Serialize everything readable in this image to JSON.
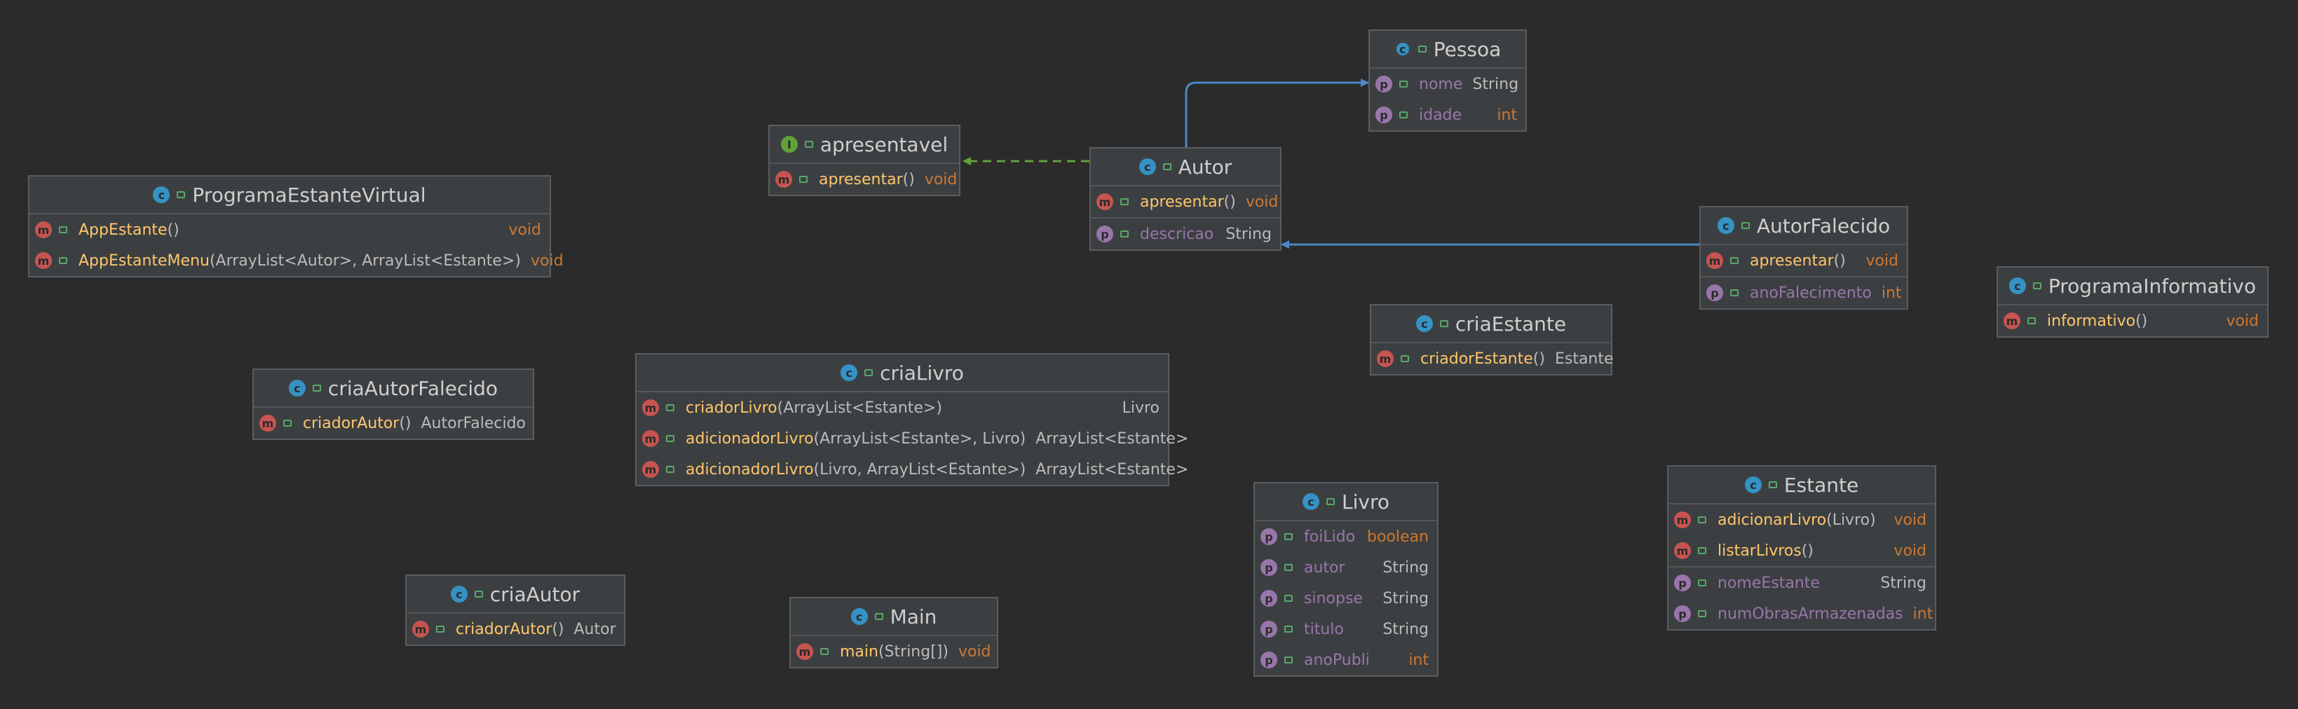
{
  "nodes": {
    "pessoa": {
      "title": "Pessoa",
      "kind": "abstract-class",
      "fields": [
        {
          "name": "nome",
          "type": "String"
        },
        {
          "name": "idade",
          "type": "int"
        }
      ]
    },
    "apresentavel": {
      "title": "apresentavel",
      "kind": "interface",
      "methods": [
        {
          "name": "apresentar",
          "params": "()",
          "type": "void"
        }
      ]
    },
    "autor": {
      "title": "Autor",
      "kind": "class",
      "methods": [
        {
          "name": "apresentar",
          "params": "()",
          "type": "void"
        }
      ],
      "fields": [
        {
          "name": "descricao",
          "type": "String"
        }
      ]
    },
    "autorFalecido": {
      "title": "AutorFalecido",
      "kind": "class",
      "methods": [
        {
          "name": "apresentar",
          "params": "()",
          "type": "void"
        }
      ],
      "fields": [
        {
          "name": "anoFalecimento",
          "type": "int"
        }
      ]
    },
    "programaEstanteVirtual": {
      "title": "ProgramaEstanteVirtual",
      "kind": "class",
      "methods": [
        {
          "name": "AppEstante",
          "params": "()",
          "type": "void"
        },
        {
          "name": "AppEstanteMenu",
          "params": "(ArrayList<Autor>, ArrayList<Estante>)",
          "type": "void"
        }
      ]
    },
    "programaInformativo": {
      "title": "ProgramaInformativo",
      "kind": "class",
      "methods": [
        {
          "name": "informativo",
          "params": "()",
          "type": "void"
        }
      ]
    },
    "criaEstante": {
      "title": "criaEstante",
      "kind": "class",
      "methods": [
        {
          "name": "criadorEstante",
          "params": "()",
          "type": "Estante"
        }
      ]
    },
    "criaAutorFalecido": {
      "title": "criaAutorFalecido",
      "kind": "class",
      "methods": [
        {
          "name": "criadorAutor",
          "params": "()",
          "type": "AutorFalecido"
        }
      ]
    },
    "criaLivro": {
      "title": "criaLivro",
      "kind": "class",
      "methods": [
        {
          "name": "criadorLivro",
          "params": "(ArrayList<Estante>)",
          "type": "Livro"
        },
        {
          "name": "adicionadorLivro",
          "params": "(ArrayList<Estante>, Livro)",
          "type": "ArrayList<Estante>"
        },
        {
          "name": "adicionadorLivro",
          "params": "(Livro, ArrayList<Estante>)",
          "type": "ArrayList<Estante>"
        }
      ]
    },
    "livro": {
      "title": "Livro",
      "kind": "class",
      "fields": [
        {
          "name": "foiLido",
          "type": "boolean"
        },
        {
          "name": "autor",
          "type": "String"
        },
        {
          "name": "sinopse",
          "type": "String"
        },
        {
          "name": "titulo",
          "type": "String"
        },
        {
          "name": "anoPubli",
          "type": "int"
        }
      ]
    },
    "estante": {
      "title": "Estante",
      "kind": "class",
      "methods": [
        {
          "name": "adicionarLivro",
          "params": "(Livro)",
          "type": "void"
        },
        {
          "name": "listarLivros",
          "params": "()",
          "type": "void"
        }
      ],
      "fields": [
        {
          "name": "nomeEstante",
          "type": "String"
        },
        {
          "name": "numObrasArmazenadas",
          "type": "int"
        }
      ]
    },
    "criaAutor": {
      "title": "criaAutor",
      "kind": "class",
      "methods": [
        {
          "name": "criadorAutor",
          "params": "()",
          "type": "Autor"
        }
      ]
    },
    "main": {
      "title": "Main",
      "kind": "class",
      "methods": [
        {
          "name": "main",
          "params": "(String[])",
          "type": "void"
        }
      ]
    }
  },
  "edges": [
    {
      "from": "autor",
      "to": "pessoa",
      "kind": "extends"
    },
    {
      "from": "autor",
      "to": "apresentavel",
      "kind": "implements"
    },
    {
      "from": "autorFalecido",
      "to": "autor",
      "kind": "extends"
    }
  ],
  "icon_letters": {
    "class": "c",
    "interface": "I",
    "abstract-class": "c",
    "method": "m",
    "field": "p"
  },
  "colors": {
    "background": "#2b2b2b",
    "node_bg": "#3c3f41",
    "method_name": "#ffc66d",
    "field_name": "#9876aa",
    "keyword_type": "#cc7832",
    "extends_edge": "#4a88c7",
    "implements_edge": "#62a13a"
  }
}
